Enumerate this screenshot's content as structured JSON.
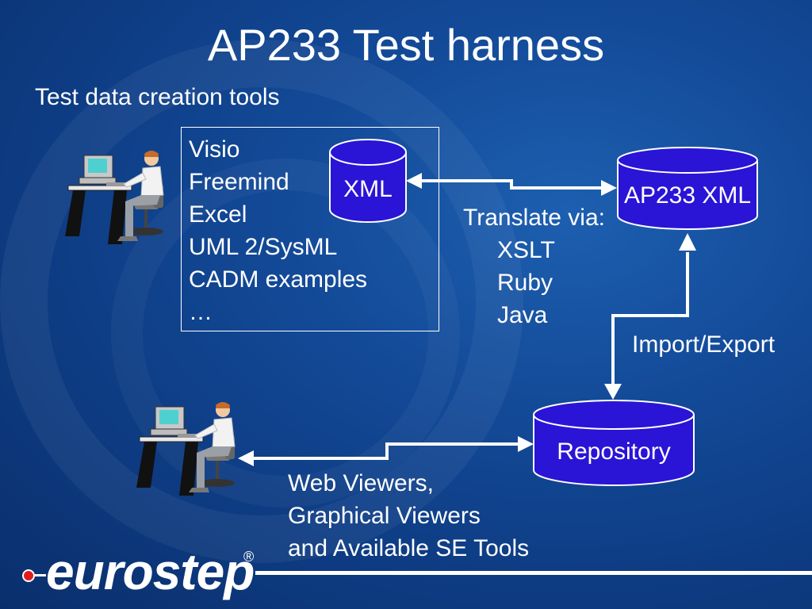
{
  "title": "AP233 Test harness",
  "subtitle": "Test data creation tools",
  "tools": [
    "Visio",
    "Freemind",
    "Excel",
    "UML 2/SysML",
    "CADM examples",
    "…"
  ],
  "cylinders": {
    "xml": "XML",
    "ap233": "AP233 XML",
    "repository": "Repository"
  },
  "translate": {
    "heading": "Translate via:",
    "items": [
      "XSLT",
      "Ruby",
      "Java"
    ]
  },
  "import_export": "Import/Export",
  "viewers": [
    "Web Viewers,",
    "Graphical Viewers",
    "and Available SE Tools"
  ],
  "logo": {
    "text": "eurostep",
    "reg": "®"
  },
  "colors": {
    "background": "#134a98",
    "cylinder": "#2a14d6",
    "text": "#ffffff",
    "logo_dot": "#e01b1b"
  }
}
